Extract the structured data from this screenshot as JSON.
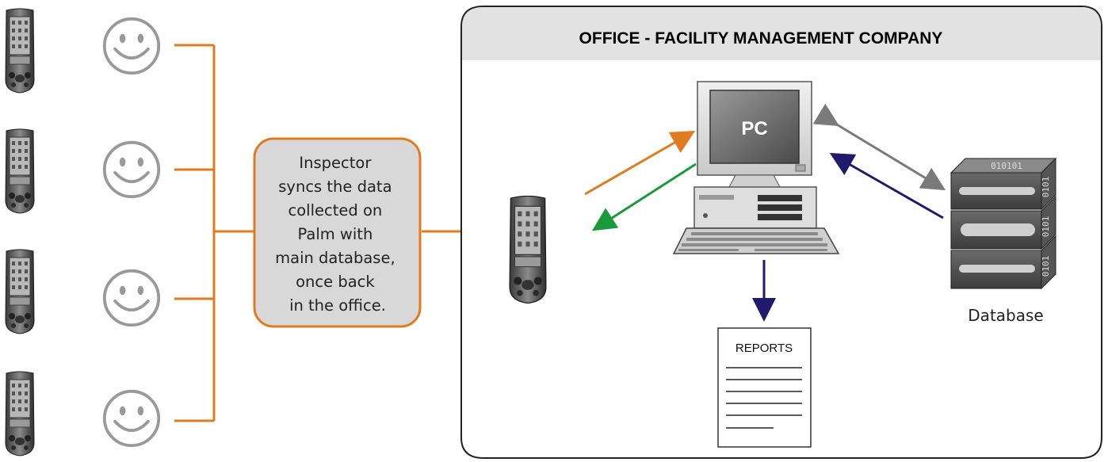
{
  "office": {
    "title": "OFFICE - FACILITY MANAGEMENT COMPANY"
  },
  "callout": {
    "lines": [
      "Inspector",
      "syncs the data",
      "collected on",
      "Palm with",
      "main database,",
      "once back",
      "in the office."
    ]
  },
  "pc": {
    "label": "PC"
  },
  "reports": {
    "label": "REPORTS"
  },
  "database": {
    "label": "Database",
    "bits_top": "010101",
    "bits_side": "0101"
  },
  "inspectors": {
    "count": 4
  },
  "colors": {
    "bracket": "#e07b1f",
    "upload": "#e07b1f",
    "download": "#1a9a3a",
    "reports_flow": "#1f1a6b",
    "db_return": "#1f1a6b",
    "db_sync": "#7a7a7a",
    "office_header": "#e2e2e2",
    "callout_fill": "#d8d8d8",
    "callout_border": "#e07b1f"
  }
}
